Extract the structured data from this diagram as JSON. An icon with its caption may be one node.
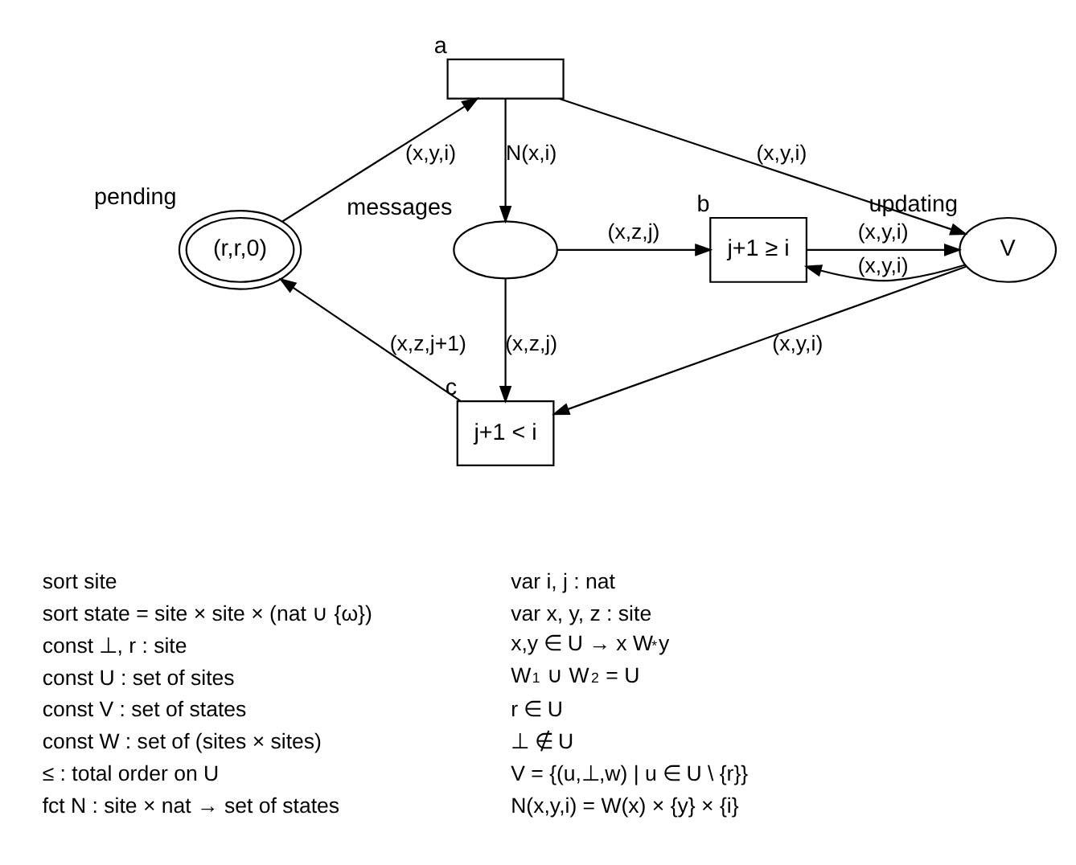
{
  "diagram": {
    "nodes": [
      {
        "text": [
          "(r,r,0)"
        ],
        "beside": [
          "pending"
        ]
      },
      {
        "text": [],
        "shape": "box",
        "beside": [
          "a"
        ]
      },
      {
        "text": [],
        "shape": "circle",
        "beside": [
          "messages"
        ]
      },
      {
        "text": [
          "j+1 ≥ i"
        ],
        "beside": [
          "b"
        ]
      },
      {
        "text": [
          "V"
        ],
        "beside": [
          "updating"
        ]
      },
      {
        "text": [
          "j+1 < i"
        ],
        "beside": [
          "c"
        ]
      }
    ],
    "edges": [
      {
        "from": 0,
        "to": 1,
        "arrow": "to",
        "label": "(x,y,i)"
      },
      {
        "from": 1,
        "to": 4,
        "arrow": "to",
        "label": "(x,y,i)"
      },
      {
        "from": 1,
        "to": 2,
        "arrow": "to",
        "label": "N(x,i)"
      },
      {
        "from": 2,
        "to": 3,
        "arrow": "to",
        "label": "(x,z,j)"
      },
      {
        "from": 3,
        "to": 4,
        "arrow": "to",
        "label": "(x,y,i)"
      },
      {
        "from": 4,
        "to": 3,
        "arrow": "to",
        "label": "(x,y,i)"
      },
      {
        "from": 2,
        "to": 5,
        "arrow": "to",
        "label": "(x,z,j)"
      },
      {
        "from": 4,
        "to": 5,
        "arrow": "to",
        "label": "(x,y,i)"
      },
      {
        "from": 5,
        "to": 0,
        "arrow": "to",
        "label": "(x,z,j+1)"
      }
    ],
    "labels": [
      "sort site",
      "var i, j : nat",
      "sort state = site × site × (nat ∪ {ω})",
      "var x, y, z : site",
      "const ⊥, r : site",
      "x,y ∈ U → x W$^{*}$y",
      "const U : set of sites",
      "W$_{1}$ ∪ W$_{2}$ = U",
      "const V : set of states",
      "r ∈ U",
      "const W : set of (sites × sites)",
      "⊥ ∉ U",
      "≤ : total order on U",
      "V = {(u,⊥,w) | u ∈ U \\ {r}}",
      "fct N : site × nat → set of states",
      "N(x,y,i) = W(x) × {y} × {i}"
    ]
  }
}
